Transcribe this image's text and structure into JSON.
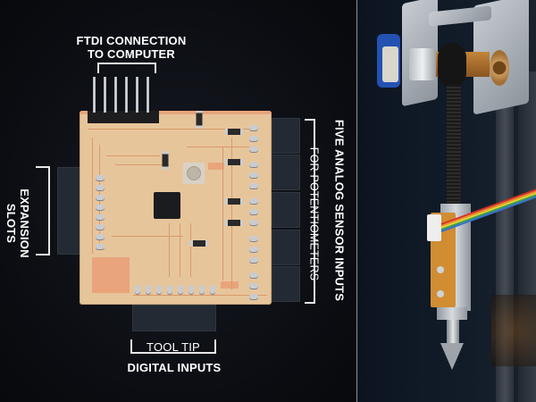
{
  "figure": {
    "type": "annotated-photograph",
    "panels": [
      "circuit-board-closeup",
      "tool-mount-photo"
    ]
  },
  "labels": {
    "ftdi": [
      "FTDI CONNECTION",
      "TO COMPUTER"
    ],
    "expansion": "EXPANSION SLOTS",
    "analog_main": "FIVE ANALOG SENSOR INPUTS",
    "analog_sub": "FOR POTENTIOMETERS",
    "tool_tip": "TOOL TIP",
    "digital": "DIGITAL INPUTS"
  },
  "colors": {
    "background": "#0b0e13",
    "label_text": "#ffffff",
    "board": "#e7c59b",
    "copper": "#e9a47c",
    "connector": "#242a33",
    "divider": "#8a8f96",
    "cable": [
      "#d9302b",
      "#e8912a",
      "#e6d33a",
      "#3aa24a",
      "#3a6fd1"
    ]
  },
  "board": {
    "ftdi_pins": 6,
    "analog_connectors": 5,
    "left_pads": 8,
    "bottom_pads": 8,
    "right_pads": 16
  }
}
